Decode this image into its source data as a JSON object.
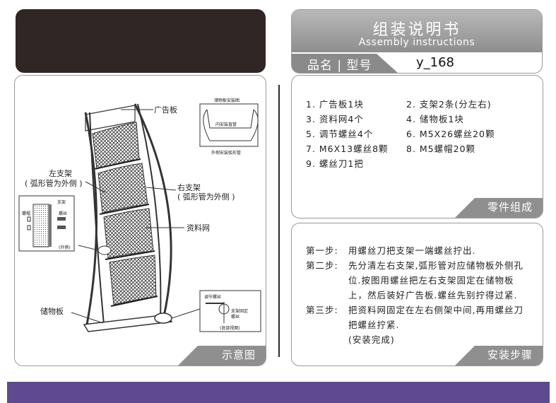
{
  "title": {
    "cn": "组装说明书",
    "en": "Assembly instructions"
  },
  "model": {
    "label": "品名 | 型号",
    "value": "y_168"
  },
  "diagram": {
    "section_label": "示意图",
    "labels": {
      "ad_board": "广告板",
      "left_bracket": "左支架",
      "left_bracket_note": "( 弧形管为外侧 )",
      "right_bracket": "右支架",
      "right_bracket_note": "( 弧形管为外侧 )",
      "info_net": "资料网",
      "storage_board": "储物板"
    },
    "inset_top": {
      "title": "储物板安装图",
      "inner": "内安装直管",
      "outer": "外侧安装弧形管"
    },
    "inset_left": {
      "bracket": "支架",
      "nut": "螺帽",
      "screw": "螺丝",
      "outer": "(外侧)"
    },
    "inset_bottom": {
      "item1": "调节螺丝",
      "item2": "支架固定",
      "item3": "螺丝",
      "note": "(底部视图)"
    }
  },
  "parts": {
    "section_label": "零件组成",
    "items": [
      "1. 广告板1块",
      "2. 支架2条(分左右)",
      "3. 资料网4个",
      "4. 储物板1块",
      "5. 调节螺丝4个",
      "6. M5X26螺丝20颗",
      "7. M6X13螺丝8颗",
      "8. M5螺帽20颗",
      "9. 螺丝刀1把"
    ]
  },
  "steps": {
    "section_label": "安装步骤",
    "items": [
      {
        "head": "第一步:",
        "body": "用螺丝刀把支架一端螺丝拧出."
      },
      {
        "head": "第二步:",
        "body": "先分清左右支架,弧形管对应储物板外侧孔位.按图用螺丝把左右支架固定在储物板上，然后装好广告板.螺丝先别拧得过紧."
      },
      {
        "head": "第三步:",
        "body": "把资料网固定在左右侧架中间,再用螺丝刀把螺丝拧紧."
      },
      {
        "head": "",
        "body": "(安装完成)"
      }
    ]
  }
}
